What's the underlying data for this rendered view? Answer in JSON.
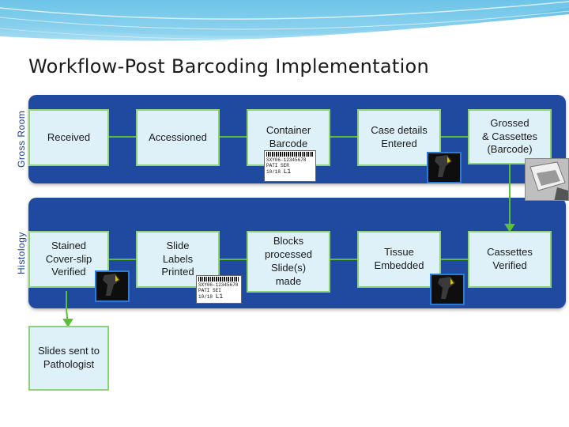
{
  "title": "Workflow-Post Barcoding Implementation",
  "lanes": {
    "gross": "Gross Room",
    "histology": "Histology"
  },
  "nodes": {
    "received": "Received",
    "accessioned": "Accessioned",
    "container": "Container\nBarcode",
    "case_details": "Case details\nEntered",
    "grossed": "Grossed\n& Cassettes\n(Barcode)",
    "stained": "Stained\nCover-slip\nVerified",
    "slide_labels": "Slide\nLabels\nPrinted",
    "blocks": "Blocks\nprocessed\nSlide(s)\nmade",
    "tissue": "Tissue\nEmbedded",
    "cassettes_verified": "Cassettes\nVerified",
    "slides_sent": "Slides sent to\nPathologist"
  },
  "labels": {
    "container_code": "SXY06-12345678",
    "container_name": "PATI SER",
    "container_date": "10/18",
    "container_part": "L1",
    "slide_code": "SXY06-12345670",
    "slide_name": "PATI SEI",
    "slide_date": "10/18",
    "slide_part": "L1"
  },
  "colors": {
    "lane": "#1f4aa0",
    "node_fill": "#dff1f8",
    "node_border": "#8fd17a",
    "connector": "#5cbf3a",
    "banner": "#6fc7e8"
  }
}
